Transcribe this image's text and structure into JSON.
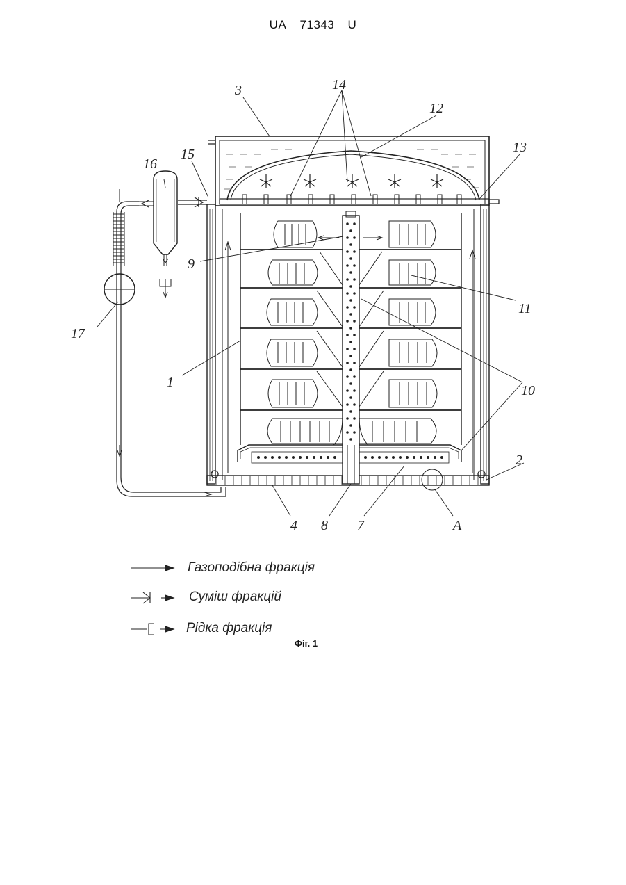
{
  "header": {
    "country": "UA",
    "number": "71343",
    "kind": "U"
  },
  "labels": {
    "n1": "1",
    "n2": "2",
    "n3": "3",
    "n4": "4",
    "n7": "7",
    "n8": "8",
    "n9": "9",
    "n10": "10",
    "n11": "11",
    "n12": "12",
    "n13": "13",
    "n14": "14",
    "n15": "15",
    "n16": "16",
    "n17": "17",
    "nA": "A"
  },
  "legend": {
    "gas": "Газоподібна фракція",
    "mix": "Суміш фракцій",
    "liquid": "Рідка фракція"
  },
  "caption": "Фіг. 1"
}
